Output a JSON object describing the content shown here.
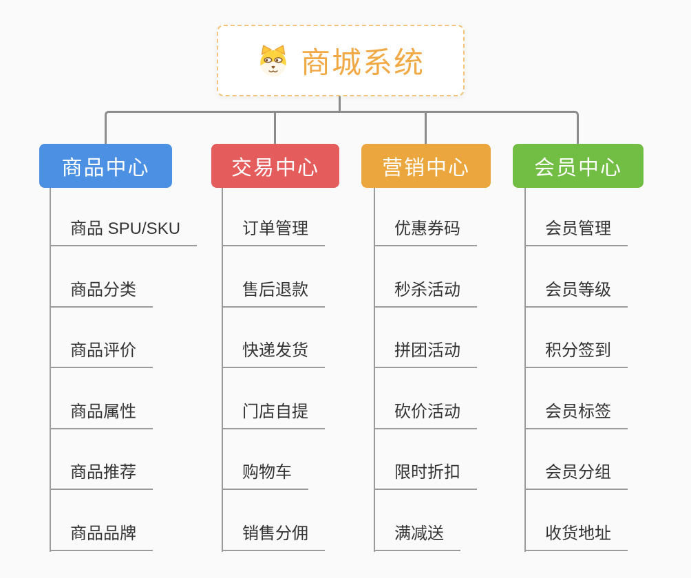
{
  "root": {
    "title": "商城系统",
    "icon": "dog-face-icon",
    "accent_color": "#f0a945",
    "border_color": "#f3c379"
  },
  "branches": [
    {
      "label": "商品中心",
      "color": "#4b90e2",
      "children": [
        "商品 SPU/SKU",
        "商品分类",
        "商品评价",
        "商品属性",
        "商品推荐",
        "商品品牌"
      ]
    },
    {
      "label": "交易中心",
      "color": "#e45c5c",
      "children": [
        "订单管理",
        "售后退款",
        "快递发货",
        "门店自提",
        "购物车",
        "销售分佣"
      ]
    },
    {
      "label": "营销中心",
      "color": "#eca63e",
      "children": [
        "优惠券码",
        "秒杀活动",
        "拼团活动",
        "砍价活动",
        "限时折扣",
        "满减送"
      ]
    },
    {
      "label": "会员中心",
      "color": "#72be44",
      "children": [
        "会员管理",
        "会员等级",
        "积分签到",
        "会员标签",
        "会员分组",
        "收货地址"
      ]
    }
  ],
  "colors": {
    "background": "#fafafa",
    "connector_gray": "#8b8b8b",
    "leaf_line_gray": "#9a9a9a",
    "leaf_text": "#333333",
    "header_text": "#ffffff"
  }
}
